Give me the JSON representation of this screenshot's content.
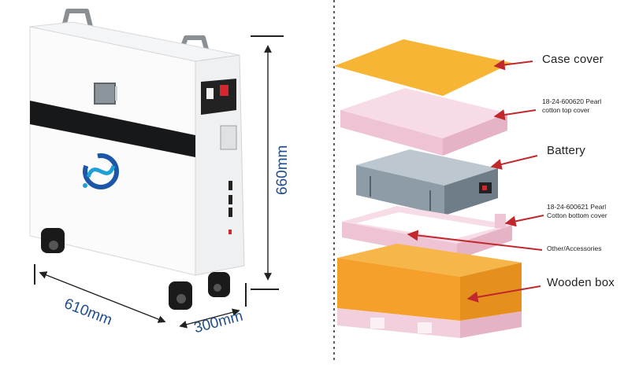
{
  "dimensions": {
    "width": "610mm",
    "depth": "300mm",
    "height": "660mm"
  },
  "labels": {
    "case_cover": "Case cover",
    "top_cover_line1": "18-24-600620 Pearl",
    "top_cover_line2": "cotton top cover",
    "battery": "Battery",
    "bottom_cover_line1": "18-24-600621 Pearl",
    "bottom_cover_line2": "Cotton bottom cover",
    "accessories": "Other/Accessories",
    "wooden_box": "Wooden box"
  },
  "colors": {
    "dimension_text": "#1f4e8c",
    "arrow": "#c0282d",
    "case_cover": "#f6b535",
    "pearl_cotton": "#f3d3e0",
    "battery_body": "#9aa9b4",
    "wooden_box": "#f4a02a"
  }
}
